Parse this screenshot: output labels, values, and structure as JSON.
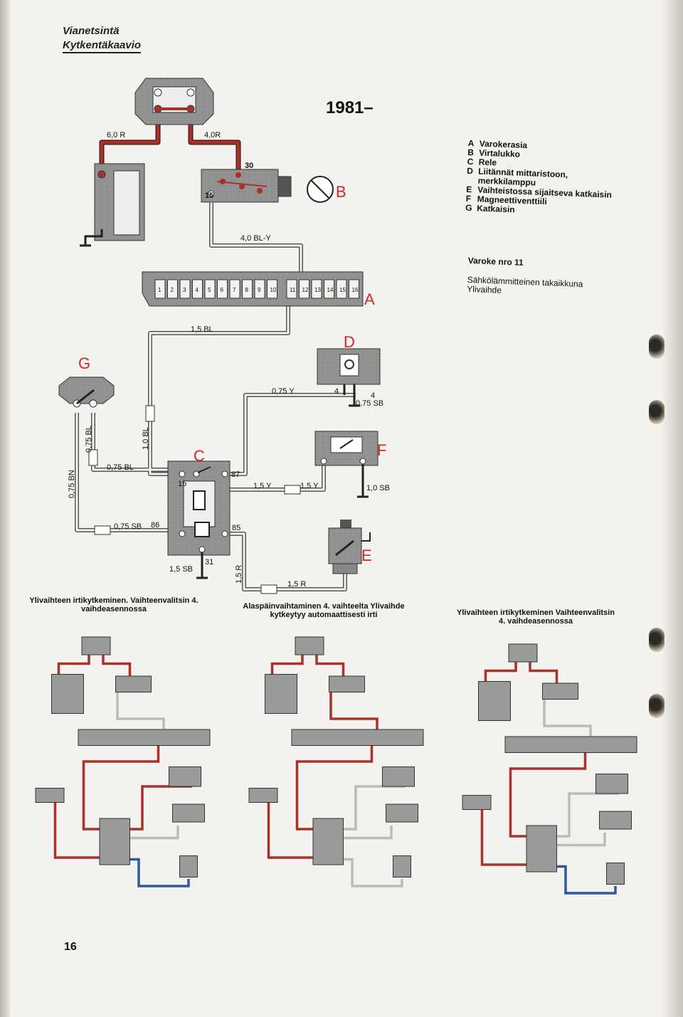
{
  "header": {
    "section": "Vianetsintä",
    "subtitle": "Kytkentäkaavio"
  },
  "year": "1981–",
  "legend": [
    {
      "key": "A",
      "text": "Varokerasia"
    },
    {
      "key": "B",
      "text": "Virtalukko"
    },
    {
      "key": "C",
      "text": "Rele"
    },
    {
      "key": "D",
      "text": "Liitännät mittaristoon, merkkilamppu"
    },
    {
      "key": "E",
      "text": "Vaihteistossa sijaitseva katkaisin"
    },
    {
      "key": "F",
      "text": "Magneettiventtiili"
    },
    {
      "key": "G",
      "text": "Katkaisin"
    }
  ],
  "fuse": {
    "title": "Varoke nro 11",
    "line1": "Sähkölämmitteinen takaikkuna",
    "line2": "Ylivaihde"
  },
  "diagram": {
    "component_labels": [
      "A",
      "B",
      "C",
      "D",
      "E",
      "F",
      "G"
    ],
    "wire_labels": {
      "r60": "6,0 R",
      "r40": "4,0R",
      "bly40": "4,0 BL-Y",
      "bl15": "1,5 BL",
      "y075": "0,75 Y",
      "sb075_d": "0,75 SB",
      "bl075_v": "0,75 BL",
      "bl10": "1,0 BL",
      "bl075_h": "0,75 BL",
      "bn075": "0,75 BN",
      "sb075_h": "0,75 SB",
      "y15a": "1,5 Y",
      "y15b": "1,5 Y",
      "sb10": "1,0 SB",
      "sb15": "1,5 SB",
      "r15v": "1,5 R",
      "r15h": "1,5 R"
    },
    "terminals": {
      "t30": "30",
      "t15": "15",
      "t87": "87",
      "t86": "86",
      "t85": "85",
      "t31": "31",
      "t4a": "4",
      "t4b": "4"
    },
    "fuse_numbers": [
      "1",
      "2",
      "3",
      "4",
      "5",
      "6",
      "7",
      "8",
      "9",
      "10",
      "11",
      "12",
      "13",
      "14",
      "15",
      "16"
    ]
  },
  "small_diagrams": [
    {
      "caption": "Ylivaihteen irtikytkeminen. Vaihteenvalitsin 4. vaihdeasennossa"
    },
    {
      "caption": "Alaspäinvaihtaminen 4. vaihteelta Ylivaihde kytkeytyy automaattisesti irti"
    },
    {
      "caption": "Ylivaihteen irtikytkeminen Vaihteenvalitsin 4. vaihdeasennossa"
    }
  ],
  "page_number": "16",
  "colors": {
    "wire_red": "#a8322a",
    "wire_blue": "#2c5aa0",
    "label_red": "#d0282b",
    "component_gray": "#8f8f8f"
  }
}
